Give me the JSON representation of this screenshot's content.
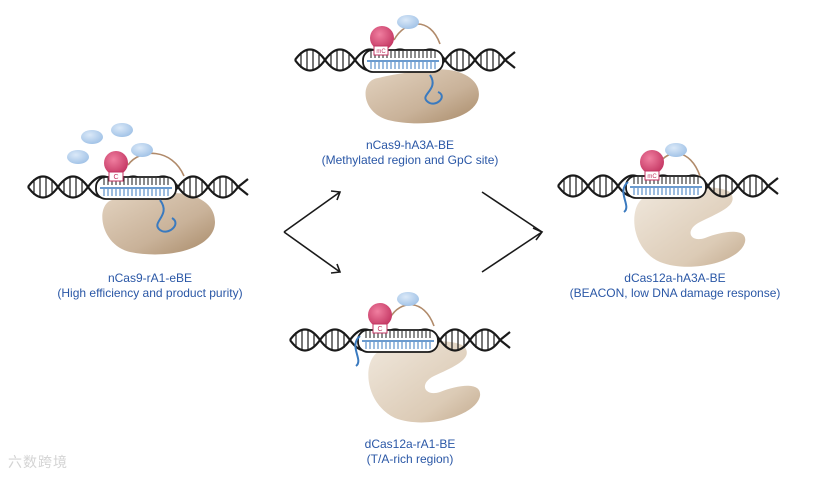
{
  "editors": {
    "ncas9_ha3a": {
      "name": "nCas9-hA3A-BE",
      "note": "(Methylated region and GpC site)"
    },
    "ncas9_ra1": {
      "name": "nCas9-rA1-eBE",
      "note": "(High efficiency and product purity)"
    },
    "dcas12a_ha3a": {
      "name": "dCas12a-hA3A-BE",
      "note": "(BEACON, low DNA damage response)"
    },
    "dcas12a_ra1": {
      "name": "dCas12a-rA1-BE",
      "note": "(T/A-rich region)"
    }
  },
  "enzyme_labels": {
    "methyl_c": "mC",
    "cytosine": "C"
  },
  "watermark": "六数跨境",
  "colors": {
    "dna": "#1a1a1a",
    "cas9_body": "#c9b299",
    "deaminase": "#d4456e",
    "ugi": "#b9d3ee",
    "guide_rna": "#3a7abf",
    "linker": "#b08a6a",
    "caption": "#2a57a6"
  }
}
